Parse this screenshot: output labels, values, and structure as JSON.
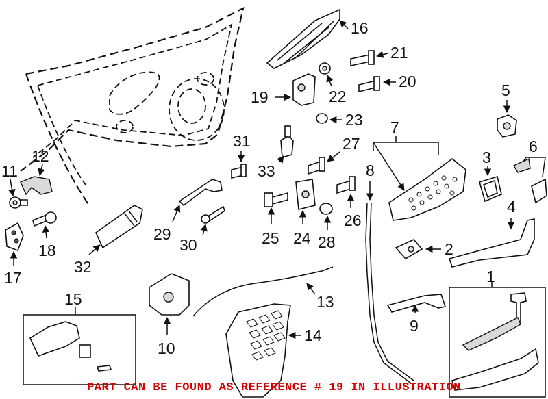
{
  "diagram": {
    "callouts": [
      {
        "id": "c1",
        "label": "1"
      },
      {
        "id": "c2",
        "label": "2"
      },
      {
        "id": "c3",
        "label": "3"
      },
      {
        "id": "c4",
        "label": "4"
      },
      {
        "id": "c5",
        "label": "5"
      },
      {
        "id": "c6",
        "label": "6"
      },
      {
        "id": "c7",
        "label": "7"
      },
      {
        "id": "c8",
        "label": "8"
      },
      {
        "id": "c9",
        "label": "9"
      },
      {
        "id": "c10",
        "label": "10"
      },
      {
        "id": "c11",
        "label": "11"
      },
      {
        "id": "c12",
        "label": "12"
      },
      {
        "id": "c13",
        "label": "13"
      },
      {
        "id": "c14",
        "label": "14"
      },
      {
        "id": "c15",
        "label": "15"
      },
      {
        "id": "c16",
        "label": "16"
      },
      {
        "id": "c17",
        "label": "17"
      },
      {
        "id": "c18",
        "label": "18"
      },
      {
        "id": "c19",
        "label": "19"
      },
      {
        "id": "c20",
        "label": "20"
      },
      {
        "id": "c21",
        "label": "21"
      },
      {
        "id": "c22",
        "label": "22"
      },
      {
        "id": "c23",
        "label": "23"
      },
      {
        "id": "c24",
        "label": "24"
      },
      {
        "id": "c25",
        "label": "25"
      },
      {
        "id": "c26",
        "label": "26"
      },
      {
        "id": "c27",
        "label": "27"
      },
      {
        "id": "c28",
        "label": "28"
      },
      {
        "id": "c29",
        "label": "29"
      },
      {
        "id": "c30",
        "label": "30"
      },
      {
        "id": "c31",
        "label": "31"
      },
      {
        "id": "c32",
        "label": "32"
      },
      {
        "id": "c33",
        "label": "33"
      }
    ],
    "notice": "PART CAN BE FOUND AS REFERENCE # 19 IN ILLUSTRATION",
    "notice_color": "#d40000"
  }
}
